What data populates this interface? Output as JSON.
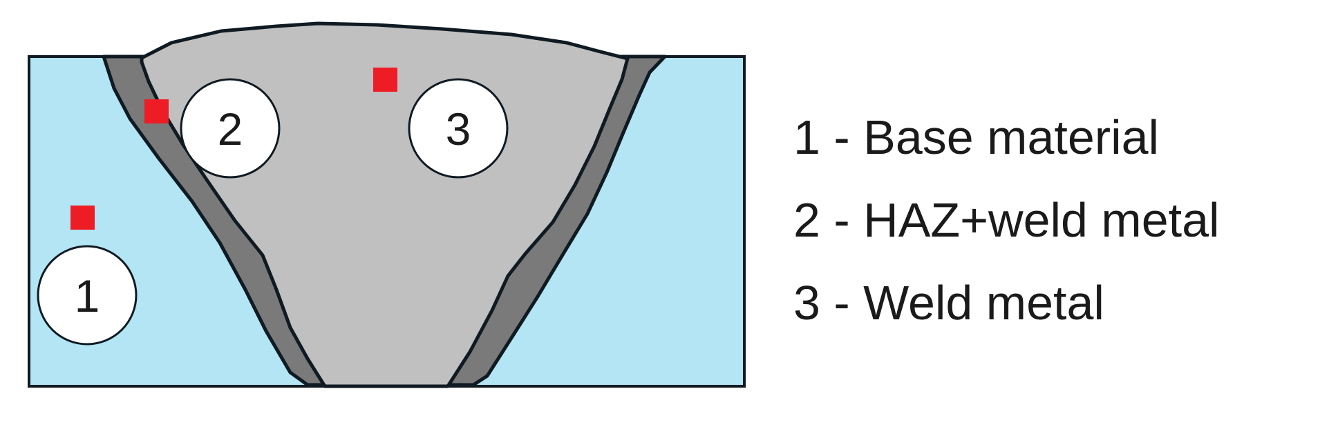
{
  "colors": {
    "base_material": "#b3e5f5",
    "haz": "#7a7a7a",
    "weld_metal": "#c0c0c0",
    "outline": "#0f1a22",
    "sample_marker": "#ee1c24",
    "zone_circle": "#ffffff"
  },
  "zones": [
    {
      "number": "1",
      "name": "Base material"
    },
    {
      "number": "2",
      "name": "HAZ+weld metal"
    },
    {
      "number": "3",
      "name": "Weld metal"
    }
  ],
  "legend": {
    "separator": "-",
    "items": [
      "1 - Base material",
      "2 - HAZ+weld metal",
      "3 - Weld metal"
    ]
  }
}
